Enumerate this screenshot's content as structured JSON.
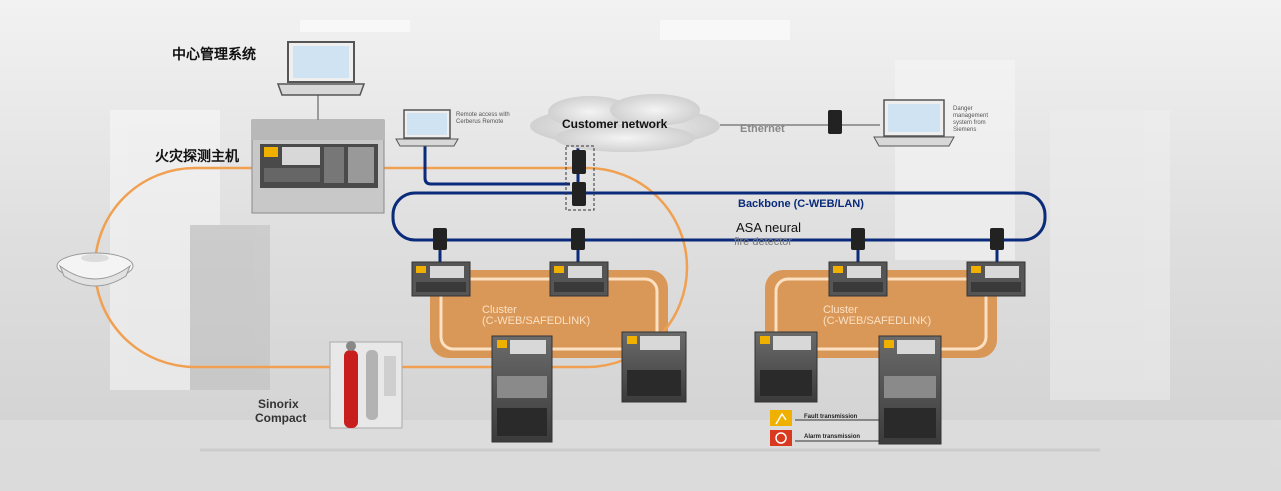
{
  "labels": {
    "central_mgmt": "中心管理系统",
    "fire_panel": "火灾探测主机",
    "customer_network": "Customer network",
    "ethernet": "Ethernet",
    "backbone": "Backbone (C-WEB/LAN)",
    "asa_line1": "ASA neural",
    "asa_line2": "fire detector",
    "sinorix_line1": "Sinorix",
    "sinorix_line2": "Compact",
    "cluster_left_line1": "Cluster",
    "cluster_left_line2": "(C-WEB/SAFEDLINK)",
    "cluster_right_line1": "Cluster",
    "cluster_right_line2": "(C-WEB/SAFEDLINK)",
    "remote_access": "Remote access with Cerberus Remote",
    "danger_mgmt": "Danger management system from Siemens",
    "fault_transmission": "Fault transmission",
    "alarm_transmission": "Alarm transmission"
  },
  "colors": {
    "backbone": "#0a2a7a",
    "orange_loop": "#f0a050",
    "cluster_fill": "#d99049",
    "cluster_text": "#fbe0c2",
    "ethernet_line": "#9a9a9a"
  }
}
